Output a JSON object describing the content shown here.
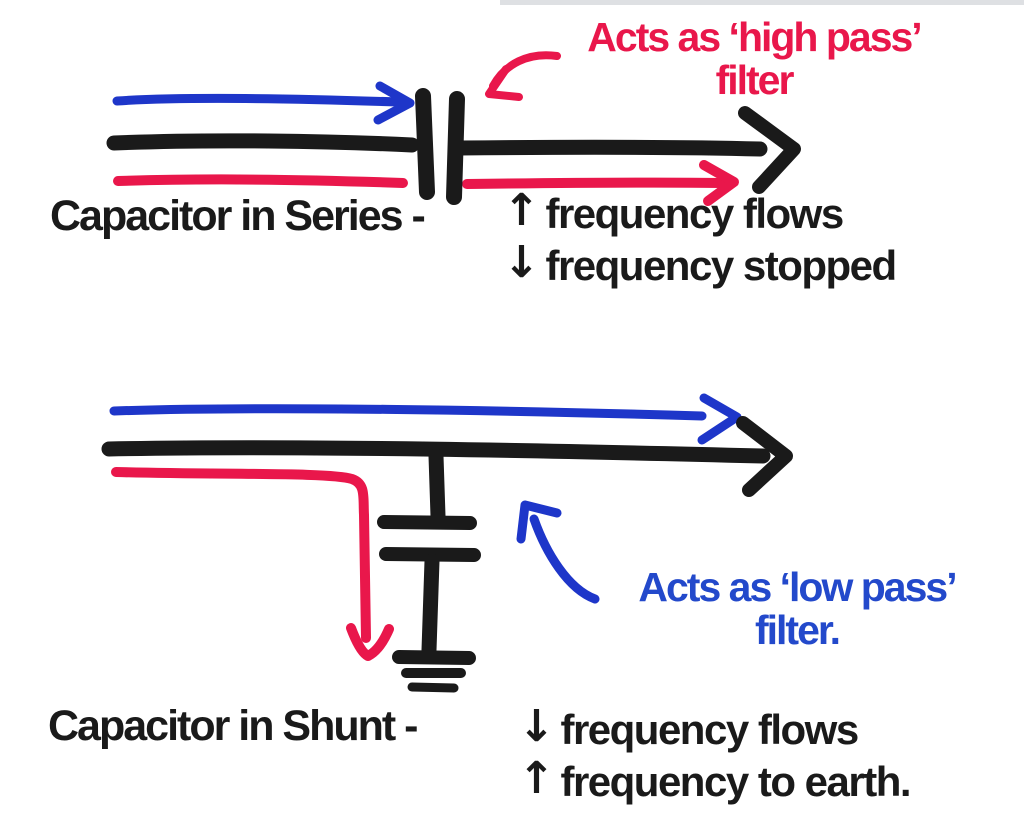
{
  "page": {
    "background": "#ffffff",
    "top_edge_shadow": "#c3c7cc"
  },
  "colors": {
    "black": "#1a1a1a",
    "red": "#e9174b",
    "blue": "#1e36c9",
    "blue_text": "#2349cb"
  },
  "series_section": {
    "caption": "Capacitor in Series -",
    "annotation": {
      "line1": "Acts as ‘high pass’",
      "line2": "filter"
    },
    "notes": [
      {
        "arrow": "↑",
        "text": "frequency flows"
      },
      {
        "arrow": "↓",
        "text": "frequency stopped"
      }
    ]
  },
  "shunt_section": {
    "caption": "Capacitor in Shunt -",
    "annotation": {
      "line1": "Acts as ‘low pass’",
      "line2": "filter."
    },
    "notes": [
      {
        "arrow": "↓",
        "text": "frequency flows"
      },
      {
        "arrow": "↑",
        "text": "frequency to earth."
      }
    ]
  }
}
